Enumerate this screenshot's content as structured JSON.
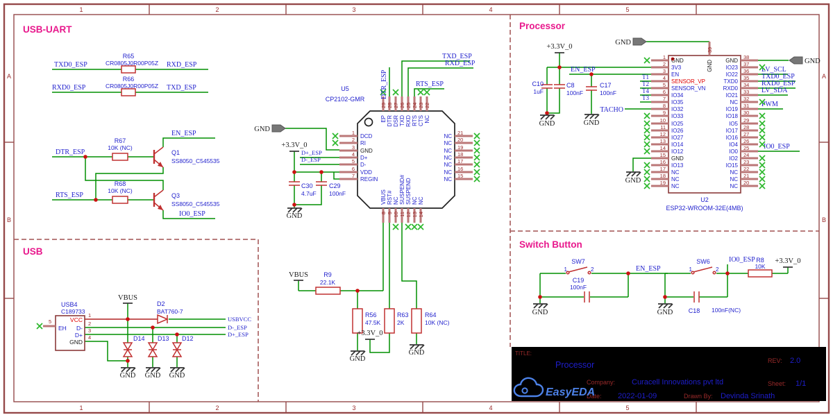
{
  "frame": {
    "cols": [
      "1",
      "2",
      "3",
      "4",
      "5"
    ],
    "rows": [
      "A",
      "B"
    ]
  },
  "sections": {
    "usb_uart": "USB-UART",
    "usb": "USB",
    "processor": "Processor",
    "switch": "Switch Button"
  },
  "title_block": {
    "title_label": "TITLE:",
    "title": "Processor",
    "rev_label": "REV:",
    "rev": "2.0",
    "company_label": "Company:",
    "company": "Curacell Innovations pvt ltd",
    "sheet_label": "Sheet:",
    "sheet": "1/1",
    "date_label": "Date:",
    "date": "2022-01-09",
    "drawn_label": "Drawn By:",
    "drawn": "Devinda Srinath",
    "logo": "EasyEDA"
  },
  "nets": {
    "txd0_esp": "TXD0_ESP",
    "rxd_esp": "RXD_ESP",
    "rxd0_esp": "RXD0_ESP",
    "txd_esp": "TXD_ESP",
    "dtr_esp": "DTR_ESP",
    "rts_esp": "RTS_ESP",
    "en_esp": "EN_ESP",
    "io0_esp": "IO0_ESP",
    "vbus": "VBUS",
    "usbvcc": "USBVCC",
    "dm_esp": "D-_ESP",
    "dp_esp": "D+_ESP",
    "t1": "T1",
    "t2": "T2",
    "t3": "T3",
    "t4": "T4",
    "tacho": "TACHO",
    "lv_scl": "LV_SCL",
    "lv_sda": "LV_SDA",
    "pwm": "PWM",
    "v33": "+3.3V_0",
    "gnd": "GND"
  },
  "parts": {
    "r65": {
      "ref": "R65",
      "value": "CR0805J0R00P05Z"
    },
    "r66": {
      "ref": "R66",
      "value": "CR0805J0R00P05Z"
    },
    "r67": {
      "ref": "R67",
      "value": "10K (NC)"
    },
    "r68": {
      "ref": "R68",
      "value": "10K (NC)"
    },
    "q1": {
      "ref": "Q1",
      "value": "SS8050_C545535"
    },
    "q3": {
      "ref": "Q3",
      "value": "SS8050_C545535"
    },
    "usb4": {
      "ref": "USB4",
      "value": "C189733",
      "pin_vcc": "VCC",
      "pin_dm": "D-",
      "pin_dp": "D+",
      "pin_gnd": "GND",
      "pin_eh": "EH",
      "n1": "1",
      "n2": "2",
      "n3": "3",
      "n4": "4",
      "n5": "5"
    },
    "d2": {
      "ref": "D2",
      "value": "BAT760-7"
    },
    "d12": {
      "ref": "D12"
    },
    "d13": {
      "ref": "D13"
    },
    "d14": {
      "ref": "D14"
    },
    "r9": {
      "ref": "R9",
      "value": "22.1K"
    },
    "r56": {
      "ref": "R56",
      "value": "47.5K"
    },
    "r63": {
      "ref": "R63",
      "value": "2K"
    },
    "r64": {
      "ref": "R64",
      "value": "10K (NC)"
    },
    "c30": {
      "ref": "C30",
      "value": "4.7uF"
    },
    "c29": {
      "ref": "C29",
      "value": "100nF"
    },
    "c10": {
      "ref": "C10",
      "value": "1uF"
    },
    "c8": {
      "ref": "C8",
      "value": "100nF"
    },
    "c17": {
      "ref": "C17",
      "value": "100nF"
    },
    "c19": {
      "ref": "C19",
      "value": "100nF"
    },
    "c18": {
      "ref": "C18",
      "value": "100nF(NC)"
    },
    "r8": {
      "ref": "R8",
      "value": "10K"
    },
    "sw7": {
      "ref": "SW7",
      "p1": "1",
      "p2": "2"
    },
    "sw6": {
      "ref": "SW6",
      "p1": "1",
      "p2": "2"
    },
    "u5": {
      "ref": "U5",
      "part": "CP2102-GMR",
      "left": [
        {
          "n": "1",
          "name": "DCD",
          "f": "x"
        },
        {
          "n": "2",
          "name": "RI",
          "f": "x"
        },
        {
          "n": "3",
          "name": "GND",
          "f": "w",
          "c": "k"
        },
        {
          "n": "4",
          "name": "D+",
          "f": "w"
        },
        {
          "n": "5",
          "name": "D-",
          "f": "w"
        },
        {
          "n": "6",
          "name": "VDD",
          "f": "w"
        },
        {
          "n": "7",
          "name": "REGIN",
          "f": "w"
        }
      ],
      "right": [
        {
          "n": "21",
          "name": "NC",
          "f": "x"
        },
        {
          "n": "20",
          "name": "NC",
          "f": "x"
        },
        {
          "n": "19",
          "name": "NC",
          "f": "x"
        },
        {
          "n": "18",
          "name": "NC",
          "f": "x"
        },
        {
          "n": "17",
          "name": "NC",
          "f": "x"
        },
        {
          "n": "16",
          "name": "NC",
          "f": "x"
        },
        {
          "n": "15",
          "name": "NC",
          "f": "x"
        }
      ],
      "top": [
        {
          "n": "29",
          "name": "EP",
          "f": "x"
        },
        {
          "n": "28",
          "name": "DTR",
          "f": "w"
        },
        {
          "n": "27",
          "name": "DSR",
          "f": "x"
        },
        {
          "n": "26",
          "name": "TXD",
          "f": "w"
        },
        {
          "n": "25",
          "name": "RXD",
          "f": "w"
        },
        {
          "n": "24",
          "name": "RTS",
          "f": "w"
        },
        {
          "n": "23",
          "name": "CTS",
          "f": "x"
        },
        {
          "n": "22",
          "name": "NC",
          "f": "x"
        }
      ],
      "bottom": [
        {
          "n": "8",
          "name": "VBUS",
          "f": "w"
        },
        {
          "n": "9",
          "name": "RST#",
          "f": "w"
        },
        {
          "n": "10",
          "name": "NC",
          "f": "x"
        },
        {
          "n": "11",
          "name": "SUSPEND#",
          "f": "w"
        },
        {
          "n": "12",
          "name": "SUSPEND",
          "f": "x"
        },
        {
          "n": "13",
          "name": "NC",
          "f": "x"
        },
        {
          "n": "14",
          "name": "NC",
          "f": "x"
        }
      ]
    },
    "u2": {
      "ref": "U2",
      "part": "ESP32-WROOM-32E(4MB)",
      "left": [
        {
          "n": "1",
          "name": "GND",
          "f": "x",
          "c": "k"
        },
        {
          "n": "2",
          "name": "3V3",
          "f": "w"
        },
        {
          "n": "3",
          "name": "EN",
          "f": "w"
        },
        {
          "n": "4",
          "name": "SENSOR_VP",
          "f": "w",
          "c": "r"
        },
        {
          "n": "5",
          "name": "SENSOR_VN",
          "f": "w"
        },
        {
          "n": "6",
          "name": "IO34",
          "f": "w"
        },
        {
          "n": "7",
          "name": "IO35",
          "f": "w"
        },
        {
          "n": "8",
          "name": "IO32",
          "f": "w"
        },
        {
          "n": "9",
          "name": "IO33",
          "f": "x"
        },
        {
          "n": "10",
          "name": "IO25",
          "f": "x"
        },
        {
          "n": "11",
          "name": "IO26",
          "f": "x"
        },
        {
          "n": "12",
          "name": "IO27",
          "f": "x"
        },
        {
          "n": "13",
          "name": "IO14",
          "f": "x"
        },
        {
          "n": "14",
          "name": "IO12",
          "f": "x"
        },
        {
          "n": "15",
          "name": "GND",
          "f": "w",
          "c": "k"
        },
        {
          "n": "16",
          "name": "IO13",
          "f": "x"
        },
        {
          "n": "17",
          "name": "NC",
          "f": "x"
        },
        {
          "n": "18",
          "name": "NC",
          "f": "x"
        },
        {
          "n": "19",
          "name": "NC",
          "f": "x"
        }
      ],
      "right": [
        {
          "n": "38",
          "name": "GND",
          "f": "w",
          "c": "k"
        },
        {
          "n": "37",
          "name": "IO23",
          "f": "x"
        },
        {
          "n": "36",
          "name": "IO22",
          "f": "w"
        },
        {
          "n": "35",
          "name": "TXD0",
          "f": "w"
        },
        {
          "n": "34",
          "name": "RXD0",
          "f": "w"
        },
        {
          "n": "33",
          "name": "IO21",
          "f": "w"
        },
        {
          "n": "32",
          "name": "NC",
          "f": "x"
        },
        {
          "n": "31",
          "name": "IO19",
          "f": "w"
        },
        {
          "n": "30",
          "name": "IO18",
          "f": "x"
        },
        {
          "n": "29",
          "name": "IO5",
          "f": "x"
        },
        {
          "n": "28",
          "name": "IO17",
          "f": "x"
        },
        {
          "n": "27",
          "name": "IO16",
          "f": "x"
        },
        {
          "n": "26",
          "name": "IO4",
          "f": "x"
        },
        {
          "n": "25",
          "name": "IO0",
          "f": "w"
        },
        {
          "n": "24",
          "name": "IO2",
          "f": "x"
        },
        {
          "n": "23",
          "name": "IO15",
          "f": "x"
        },
        {
          "n": "22",
          "name": "NC",
          "f": "x"
        },
        {
          "n": "21",
          "name": "NC",
          "f": "x"
        },
        {
          "n": "20",
          "name": "NC",
          "f": "x"
        }
      ],
      "top": [
        {
          "n": "39",
          "name": "GND",
          "f": "w",
          "c": "k"
        }
      ]
    }
  }
}
